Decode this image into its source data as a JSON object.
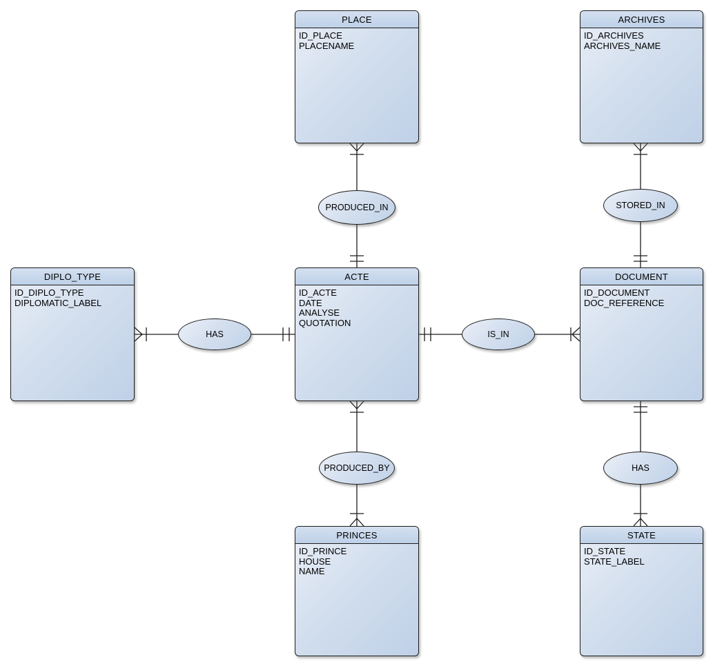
{
  "diagram": {
    "kind": "entity-relationship-diagram",
    "background_color": "#ffffff",
    "node_header_color": "#c5d6ea",
    "node_body_gradient": [
      "#eaeff7",
      "#bfd0e7"
    ],
    "outline_color": "#1c1c1c",
    "shadow_color": "#5a5a5a"
  },
  "entities": {
    "place": {
      "title": "PLACE",
      "attributes": [
        "ID_PLACE",
        "PLACENAME"
      ]
    },
    "archives": {
      "title": "ARCHIVES",
      "attributes": [
        "ID_ARCHIVES",
        "ARCHIVES_NAME"
      ]
    },
    "diplo_type": {
      "title": "DIPLO_TYPE",
      "attributes": [
        "ID_DIPLO_TYPE",
        "DIPLOMATIC_LABEL"
      ]
    },
    "acte": {
      "title": "ACTE",
      "attributes": [
        "ID_ACTE",
        "DATE",
        "ANALYSE",
        "QUOTATION"
      ]
    },
    "document": {
      "title": "DOCUMENT",
      "attributes": [
        "ID_DOCUMENT",
        "DOC_REFERENCE"
      ]
    },
    "princes": {
      "title": "PRINCES",
      "attributes": [
        "ID_PRINCE",
        "HOUSE",
        "NAME"
      ]
    },
    "state": {
      "title": "STATE",
      "attributes": [
        "ID_STATE",
        "STATE_LABEL"
      ]
    }
  },
  "relationships": {
    "produced_in": {
      "label": "PRODUCED_IN",
      "from": "PLACE",
      "to": "ACTE",
      "from_marker": "crow-foot-with-bar",
      "to_marker": "double-bar"
    },
    "stored_in": {
      "label": "STORED_IN",
      "from": "ARCHIVES",
      "to": "DOCUMENT",
      "from_marker": "crow-foot-with-bar",
      "to_marker": "double-bar"
    },
    "has_diplo": {
      "label": "HAS",
      "from": "DIPLO_TYPE",
      "to": "ACTE",
      "from_marker": "crow-foot-with-bar",
      "to_marker": "double-bar"
    },
    "is_in": {
      "label": "IS_IN",
      "from": "ACTE",
      "to": "DOCUMENT",
      "from_marker": "double-bar",
      "to_marker": "crow-foot-with-bar"
    },
    "produced_by": {
      "label": "PRODUCED_BY",
      "from": "ACTE",
      "to": "PRINCES",
      "from_marker": "crow-foot-with-bar",
      "to_marker": "crow-foot-with-bar"
    },
    "has_state": {
      "label": "HAS",
      "from": "DOCUMENT",
      "to": "STATE",
      "from_marker": "double-bar",
      "to_marker": "crow-foot-with-bar"
    }
  }
}
